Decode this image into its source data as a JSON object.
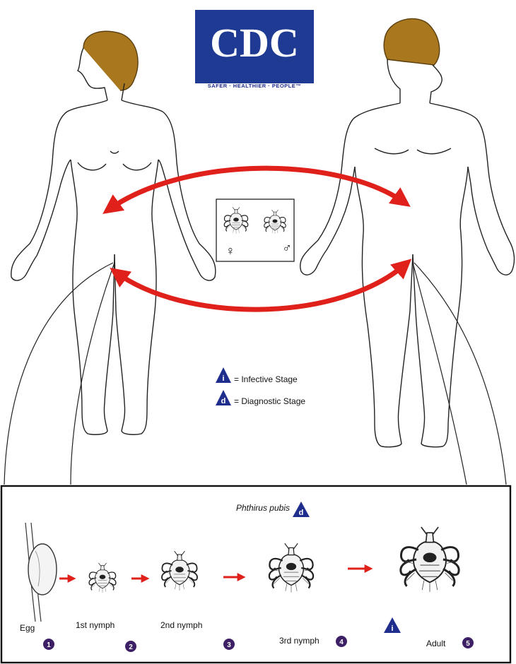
{
  "logo": {
    "text": "CDC",
    "tagline": "SAFER · HEALTHIER · PEOPLE™",
    "color": "#1f3a93"
  },
  "colors": {
    "arrow": "#e0201a",
    "hair": "#a8771e",
    "triangle": "#1f2d8c",
    "step_badge": "#3d1f66"
  },
  "host_box": {
    "female_symbol": "♀",
    "male_symbol": "♂"
  },
  "legend": {
    "infective_letter": "i",
    "infective_label": "= Infective Stage",
    "diagnostic_letter": "d",
    "diagnostic_label": "= Diagnostic Stage"
  },
  "lifecycle": {
    "species": "Phthirus pubis",
    "species_badge": "d",
    "adult_badge": "i",
    "stages": [
      {
        "label": "Egg",
        "number": "1"
      },
      {
        "label": "1st nymph",
        "number": "2"
      },
      {
        "label": "2nd nymph",
        "number": "3"
      },
      {
        "label": "3rd nymph",
        "number": "4"
      },
      {
        "label": "Adult",
        "number": "5"
      }
    ]
  }
}
